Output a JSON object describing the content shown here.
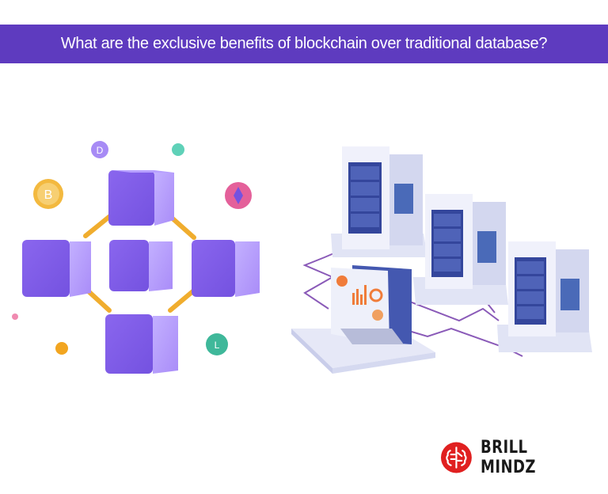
{
  "banner": {
    "title": "What are the exclusive benefits of blockchain over traditional database?",
    "background": "#5e3bbf"
  },
  "illustrations": {
    "blockchain": {
      "blocks": 5,
      "block_color": "#9b7cf0",
      "chain_color": "#f2b233",
      "coins": [
        "bitcoin-coin",
        "dogecoin-coin",
        "ethereum-coin",
        "litecoin-coin"
      ]
    },
    "database": {
      "servers": 3,
      "laptop": 1,
      "server_color": "#e6e8f7",
      "screen_color": "#3f4fa6",
      "cable_color": "#8a5ab8"
    }
  },
  "brand": {
    "name": "BRILL MINDZ",
    "logo_color": "#e02020"
  }
}
